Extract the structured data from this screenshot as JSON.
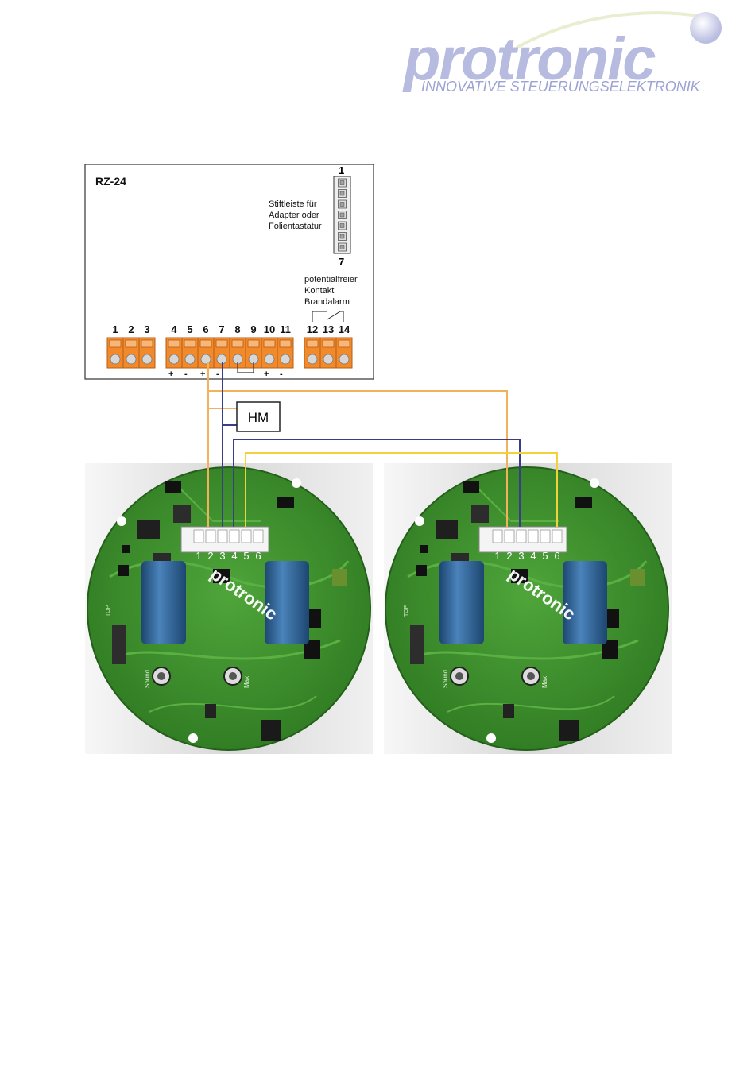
{
  "logo": {
    "brand": "protronic",
    "tagline": "INNOVATIVE STEUERUNGSELEKTRONIK",
    "color": "#a9aed8"
  },
  "controller": {
    "name": "RZ-24",
    "header_top_label": "1",
    "header_bottom_label": "7",
    "header_caption": [
      "Stiftleiste für",
      "Adapter oder",
      "Folientastatur"
    ],
    "relay_caption": [
      "potentialfreier",
      "Kontakt",
      "Brandalarm"
    ],
    "terminal_numbers": [
      "1",
      "2",
      "3",
      "4",
      "5",
      "6",
      "7",
      "8",
      "9",
      "10",
      "11",
      "12",
      "13",
      "14"
    ],
    "polarity_marks": [
      "+",
      "-",
      "+",
      "-",
      "+",
      "-"
    ]
  },
  "hm_box_label": "HM",
  "boards": [
    {
      "connector_pins": [
        "1",
        "2",
        "3",
        "4",
        "5",
        "6"
      ],
      "brand": "protronic"
    },
    {
      "connector_pins": [
        "1",
        "2",
        "3",
        "4",
        "5",
        "6"
      ],
      "brand": "protronic"
    }
  ],
  "colors": {
    "terminal_orange": "#f2892b",
    "wire_orange": "#f2b25a",
    "wire_blue": "#3a3c8c",
    "wire_yellow": "#f2d13a",
    "pcb_green": "#3f8f2f",
    "capacitor_blue": "#2f5f8f",
    "panel_gray": "#e9e9e9"
  }
}
